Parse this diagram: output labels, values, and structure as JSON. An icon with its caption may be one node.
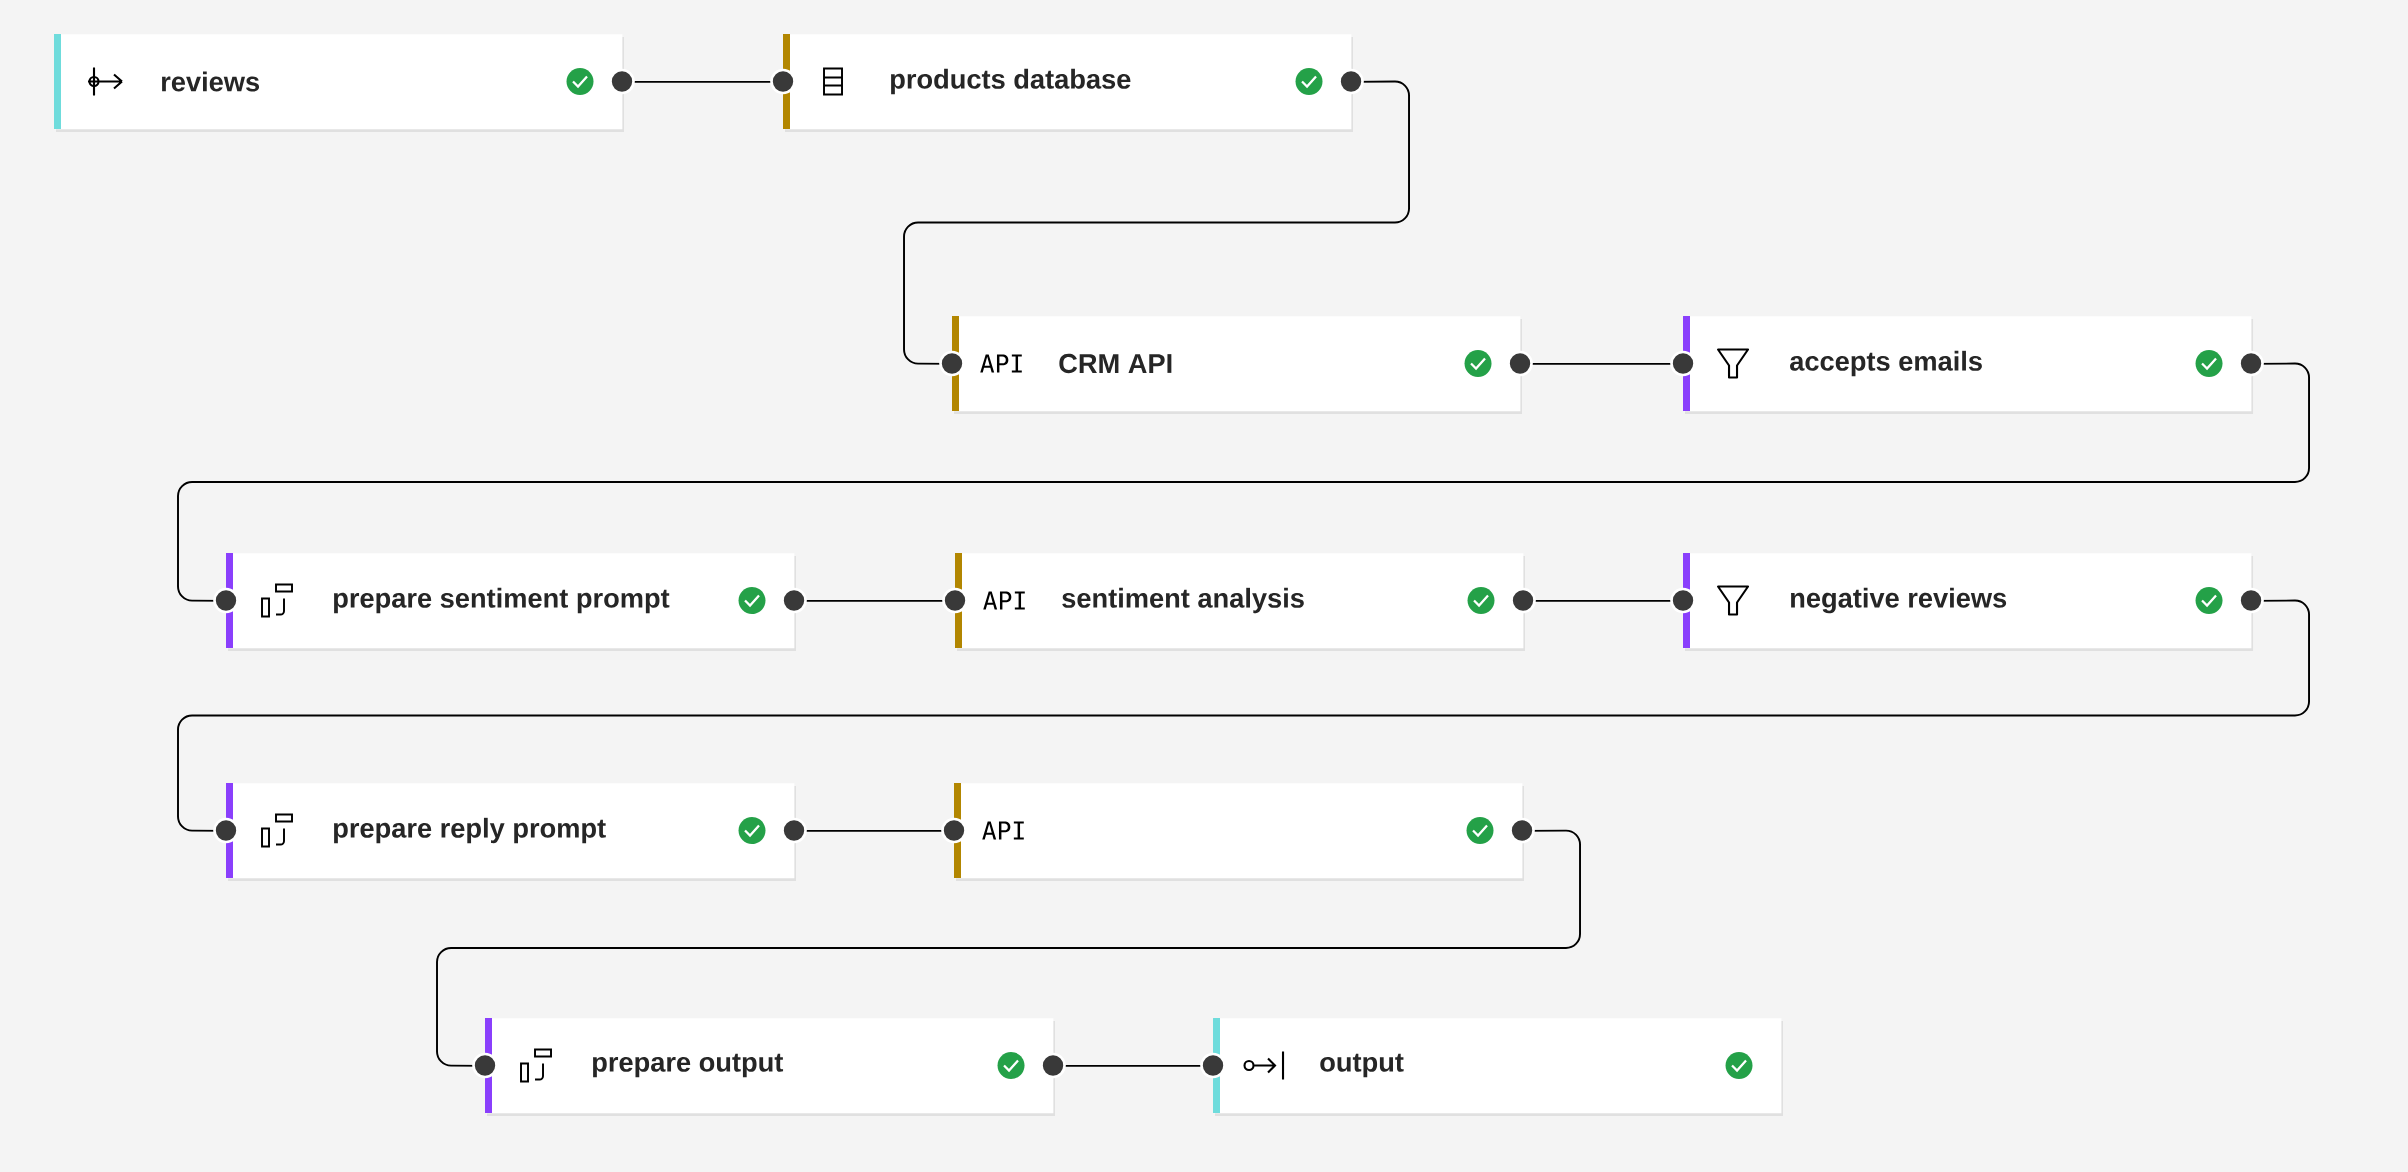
{
  "diagram": {
    "nodes": [
      {
        "text": [
          "reviews"
        ]
      },
      {
        "text": [
          "products database"
        ]
      },
      {
        "text": [
          "API",
          "CRM API"
        ]
      },
      {
        "text": [
          "accepts emails"
        ]
      },
      {
        "text": [
          "prepare sentiment prompt"
        ]
      },
      {
        "text": [
          "API",
          "sentiment analysis"
        ]
      },
      {
        "text": [
          "negative reviews"
        ]
      },
      {
        "text": [
          "prepare reply prompt"
        ]
      },
      {
        "text": [
          "API"
        ]
      },
      {
        "text": [
          "prepare output"
        ]
      },
      {
        "text": [
          "output"
        ]
      }
    ],
    "edges": [
      {
        "from": 0,
        "to": 1,
        "arrow": "none"
      },
      {
        "from": 1,
        "to": 2,
        "arrow": "none"
      },
      {
        "from": 2,
        "to": 3,
        "arrow": "none"
      },
      {
        "from": 3,
        "to": 4,
        "arrow": "none"
      },
      {
        "from": 4,
        "to": 5,
        "arrow": "none"
      },
      {
        "from": 5,
        "to": 6,
        "arrow": "none"
      },
      {
        "from": 6,
        "to": 7,
        "arrow": "none"
      },
      {
        "from": 7,
        "to": 8,
        "arrow": "none"
      },
      {
        "from": 8,
        "to": 9,
        "arrow": "none"
      },
      {
        "from": 9,
        "to": 10,
        "arrow": "none"
      }
    ]
  }
}
